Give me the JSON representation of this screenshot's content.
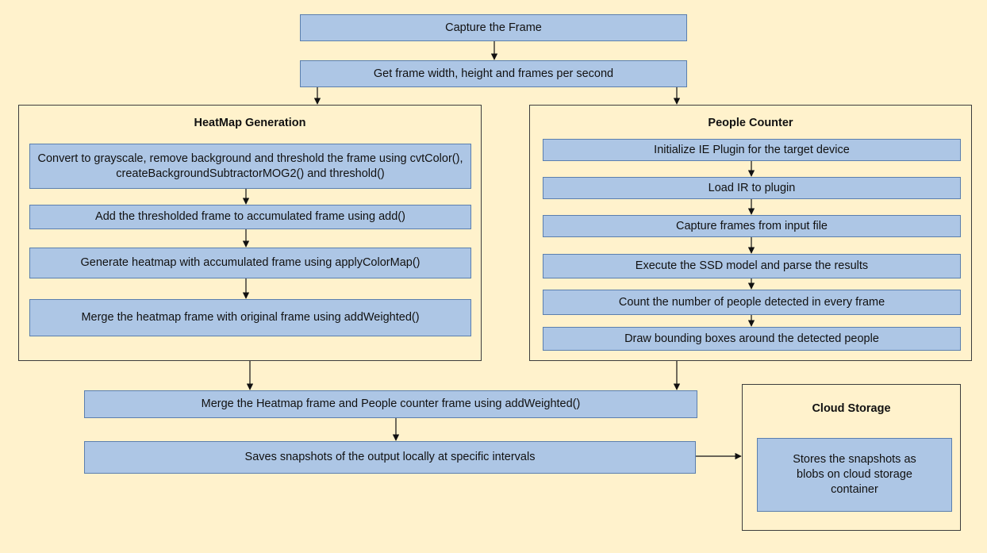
{
  "top_steps": [
    "Capture the Frame",
    "Get frame width, height and frames per second"
  ],
  "heatmap": {
    "title": "HeatMap Generation",
    "steps": [
      "Convert to grayscale, remove background and threshold the frame using cvtColor(), createBackgroundSubtractorMOG2() and threshold()",
      "Add the thresholded frame to accumulated frame using add()",
      "Generate heatmap with accumulated frame using applyColorMap()",
      "Merge the heatmap frame with original frame using addWeighted()"
    ]
  },
  "people_counter": {
    "title": "People Counter",
    "steps": [
      "Initialize IE Plugin for the target device",
      "Load IR to plugin",
      "Capture frames from input file",
      "Execute the SSD model and parse the results",
      "Count the number of people detected in every frame",
      "Draw bounding boxes around the detected people"
    ]
  },
  "bottom_steps": [
    "Merge the Heatmap frame and People counter frame using addWeighted()",
    "Saves snapshots of the output locally at specific intervals"
  ],
  "cloud_storage": {
    "title": "Cloud Storage",
    "step": "Stores the snapshots as blobs on cloud storage container"
  }
}
